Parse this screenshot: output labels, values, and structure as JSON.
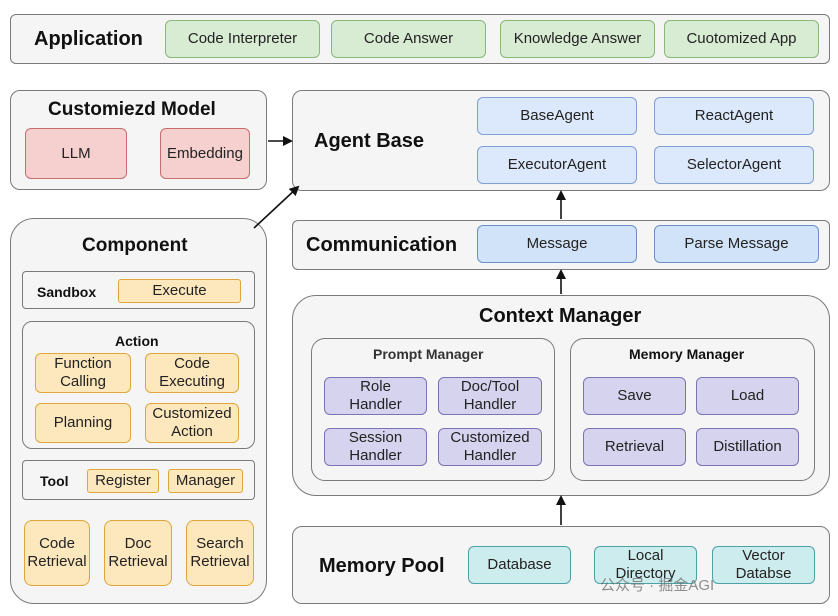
{
  "application": {
    "title": "Application",
    "items": [
      "Code Interpreter",
      "Code Answer",
      "Knowledge Answer",
      "Cuotomized App"
    ]
  },
  "customized_model": {
    "title": "Customiezd Model",
    "items": [
      "LLM",
      "Embedding"
    ]
  },
  "agent_base": {
    "title": "Agent Base",
    "items": [
      "BaseAgent",
      "ReactAgent",
      "ExecutorAgent",
      "SelectorAgent"
    ]
  },
  "communication": {
    "title": "Communication",
    "items": [
      "Message",
      "Parse Message"
    ]
  },
  "component": {
    "title": "Component",
    "sandbox": {
      "title": "Sandbox",
      "item": "Execute"
    },
    "action": {
      "title": "Action",
      "items": [
        "Function\nCalling",
        "Code\nExecuting",
        "Planning",
        "Customized\nAction"
      ]
    },
    "tool": {
      "title": "Tool",
      "items": [
        "Register",
        "Manager"
      ]
    },
    "retrieval": [
      "Code\nRetrieval",
      "Doc\nRetrieval",
      "Search\nRetrieval"
    ]
  },
  "context_manager": {
    "title": "Context Manager",
    "prompt_manager": {
      "title": "Prompt Manager",
      "items": [
        "Role\nHandler",
        "Doc/Tool\nHandler",
        "Session\nHandler",
        "Customized\nHandler"
      ]
    },
    "memory_manager": {
      "title": "Memory Manager",
      "items": [
        "Save",
        "Load",
        "Retrieval",
        "Distillation"
      ]
    }
  },
  "memory_pool": {
    "title": "Memory Pool",
    "items": [
      "Database",
      "Local\nDirectory",
      "Vector\nDatabse"
    ]
  },
  "watermark": "公众号 · 掘金AGI"
}
